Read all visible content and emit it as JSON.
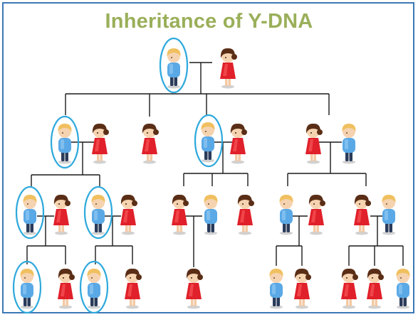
{
  "title": "Inheritance of Y-DNA",
  "colors": {
    "frame": "#3c78b6",
    "title": "#9aaf5a",
    "connector": "#1a1a1a",
    "highlight_ring": "#2ea9dc",
    "male_shirt": "#5aa9e6",
    "female_dress": "#e0202a",
    "male_hair": "#f0c060",
    "female_hair": "#5a2e16",
    "skin": "#f6d3b0"
  },
  "figure_legend": {
    "male": "male-figure",
    "female": "female-figure",
    "ring": "y-dna-carrier-highlight"
  },
  "generations": [
    {
      "level": 1,
      "members": [
        "male-highlighted",
        "female"
      ]
    },
    {
      "level": 2,
      "members": [
        "male-highlighted",
        "female",
        "female",
        "male-highlighted",
        "female",
        "female",
        "male"
      ]
    },
    {
      "level": 3,
      "members": [
        "male-highlighted",
        "female",
        "male-highlighted",
        "female",
        "female",
        "male",
        "female",
        "male",
        "female",
        "female",
        "male"
      ]
    },
    {
      "level": 4,
      "members": [
        "male-highlighted",
        "female",
        "male-highlighted",
        "female",
        "female",
        "male",
        "female",
        "female",
        "female",
        "male"
      ]
    }
  ]
}
